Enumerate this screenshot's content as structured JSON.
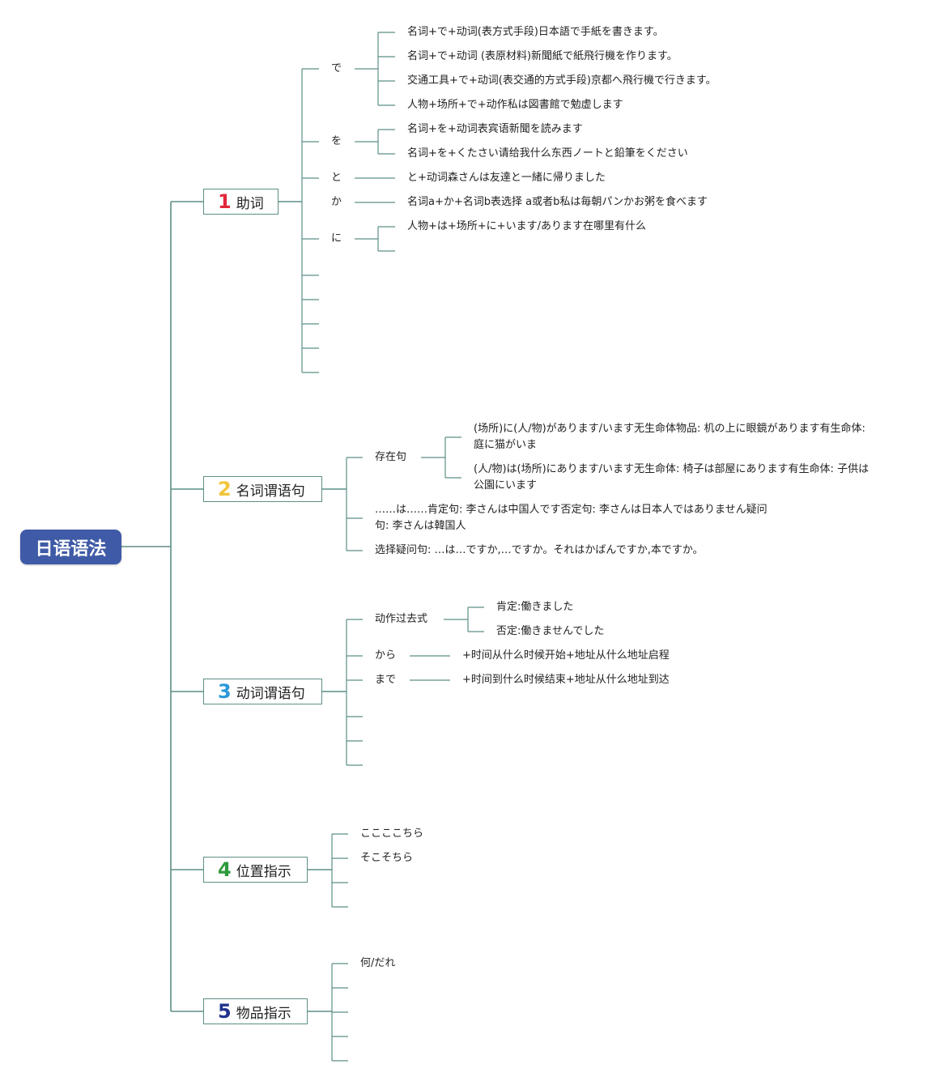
{
  "root": {
    "title": "日语语法"
  },
  "topics": [
    {
      "number": "1",
      "label": "助词",
      "color": "#e0283c"
    },
    {
      "number": "2",
      "label": "名词谓语句",
      "color": "#f2c43a"
    },
    {
      "number": "3",
      "label": "动词谓语句",
      "color": "#2a98d8"
    },
    {
      "number": "4",
      "label": "位置指示",
      "color": "#2e9a3c"
    },
    {
      "number": "5",
      "label": "物品指示",
      "color": "#22338c"
    }
  ],
  "particles": {
    "de": {
      "label": "で",
      "items": [
        "名词+で+动词(表方式手段)日本語で手紙を書きます。",
        "名词+で+动词 (表原材料)新聞紙で紙飛行機を作ります。",
        "交通工具+で+动词(表交通的方式手段)京都へ飛行機で行きます。",
        "人物+场所+で+动作私は図書館で勉虚します"
      ]
    },
    "wo": {
      "label": "を",
      "items": [
        "名词+を+动词表宾语新聞を読みます",
        "名词+を+くたさい请给我什么东西ノートと鉛筆をください"
      ]
    },
    "to": {
      "label": "と",
      "items": [
        "と+动词森さんは友達と一緒に帰りました"
      ]
    },
    "ka": {
      "label": "か",
      "items": [
        "名词a+か+名词b表选择 a或者b私は毎朝パンかお粥を食べます"
      ]
    },
    "ni": {
      "label": "に",
      "items": [
        "人物+は+场所+に+います/あります在哪里有什么"
      ]
    }
  },
  "nominal": {
    "existence": {
      "label": "存在句",
      "items": [
        "(场所)に(人/物)があります/います无生命体物品: 机の上に眼鏡があります有生命体: 庭に猫がいま",
        "(人/物)は(场所)にあります/います无生命体: 椅子は部屋にあります有生命体: 子供は公園にいます"
      ]
    },
    "wa": "……は……肯定句: 李さんは中国人です否定句: 李さんは日本人ではありません疑问句: 李さんは韓国人",
    "choice": "选择疑问句: …は…ですか,…ですか。それはかばんですか,本ですか。"
  },
  "verbal": {
    "past": {
      "label": "动作过去式",
      "items": [
        "肯定:働きました",
        "否定:働きませんでした"
      ]
    },
    "kara": {
      "label": "から",
      "item": "+时间从什么时候开始+地址从什么地址启程"
    },
    "made": {
      "label": "まで",
      "item": "+时间到什么时候结束+地址从什么地址到达"
    }
  },
  "position": {
    "items": [
      "ここここちら",
      "そこそちら"
    ]
  },
  "things": {
    "items": [
      "何/だれ"
    ]
  }
}
